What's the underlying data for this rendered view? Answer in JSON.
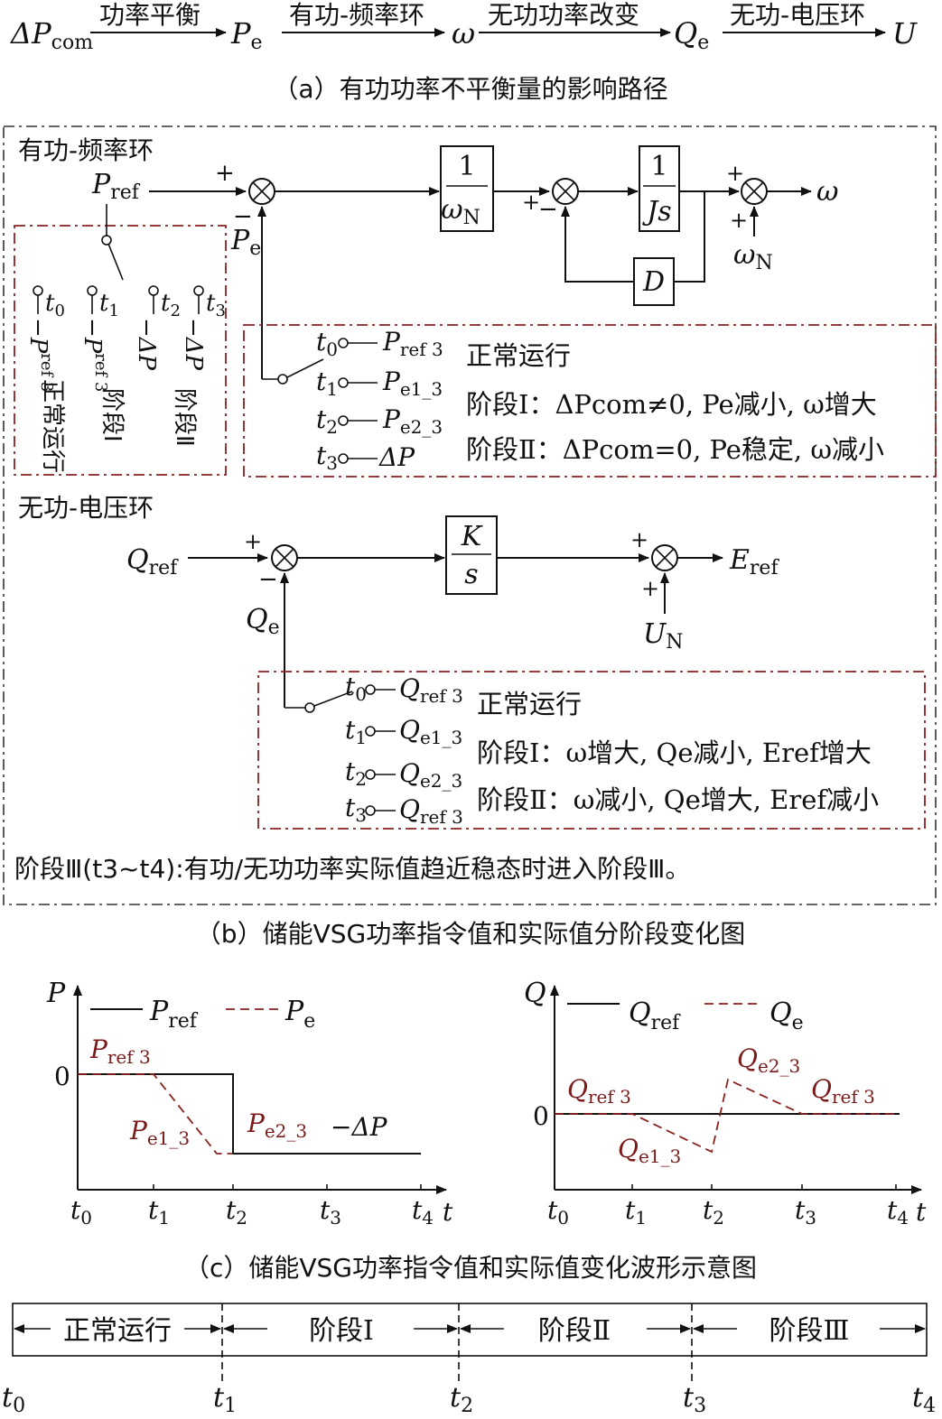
{
  "path": {
    "start": "ΔP",
    "start_sub": "com",
    "step1": "功率平衡",
    "node1": "P",
    "node1_sub": "e",
    "step2": "有功-频率环",
    "node2": "ω",
    "step3": "无功功率改变",
    "node3": "Q",
    "node3_sub": "e",
    "step4": "无功-电压环",
    "node4": "U"
  },
  "caption_a": "（a）有功功率不平衡量的影响路径",
  "pf_loop": {
    "title": "有功-频率环",
    "pref": "P",
    "pref_sub": "ref",
    "pe": "P",
    "pe_sub": "e",
    "plus": "+",
    "minus": "−",
    "block1_num": "1",
    "block1_den": "ω",
    "block1_den_sub": "N",
    "block2_num": "1",
    "block2_den": "Js",
    "block_d": "D",
    "omega": "ω",
    "omega_n": "ω",
    "omega_n_sub": "N",
    "switch_t": [
      "t",
      "t",
      "t",
      "t"
    ],
    "switch_t_sub": [
      "0",
      "1",
      "2",
      "3"
    ],
    "switch_labels": [
      "−P",
      "−P",
      "−ΔP",
      "−ΔP"
    ],
    "switch_labels_sub": [
      "ref 3",
      "ref 3",
      "",
      ""
    ],
    "switch_stage": [
      "正常运行",
      "阶段Ⅰ",
      "阶段Ⅱ"
    ],
    "pe_options": [
      {
        "t": "t",
        "sub": "0",
        "label": "P",
        "label_sub": "ref 3"
      },
      {
        "t": "t",
        "sub": "1",
        "label": "P",
        "label_sub": "e1_3"
      },
      {
        "t": "t",
        "sub": "2",
        "label": "P",
        "label_sub": "e2_3"
      },
      {
        "t": "t",
        "sub": "3",
        "label": "ΔP",
        "label_sub": ""
      }
    ],
    "desc": [
      "正常运行",
      "阶段Ⅰ：ΔPcom≠0, Pe减小, ω增大",
      "阶段Ⅱ：ΔPcom=0, Pe稳定, ω减小"
    ]
  },
  "qv_loop": {
    "title": "无功-电压环",
    "qref": "Q",
    "qref_sub": "ref",
    "qe": "Q",
    "qe_sub": "e",
    "block_num": "K",
    "block_den": "s",
    "eref": "E",
    "eref_sub": "ref",
    "un": "U",
    "un_sub": "N",
    "qe_options": [
      {
        "t": "t",
        "sub": "0",
        "label": "Q",
        "label_sub": "ref 3"
      },
      {
        "t": "t",
        "sub": "1",
        "label": "Q",
        "label_sub": "e1_3"
      },
      {
        "t": "t",
        "sub": "2",
        "label": "Q",
        "label_sub": "e2_3"
      },
      {
        "t": "t",
        "sub": "3",
        "label": "Q",
        "label_sub": "ref 3"
      }
    ],
    "desc": [
      "正常运行",
      "阶段Ⅰ：ω增大, Qe减小, Eref增大",
      "阶段Ⅱ：ω减小, Qe增大, Eref减小"
    ]
  },
  "stage3_note": "阶段Ⅲ(t3~t4):有功/无功功率实际值趋近稳态时进入阶段Ⅲ。",
  "caption_b": "（b）储能VSG功率指令值和实际值分阶段变化图",
  "chart_p": {
    "axis_y": "P",
    "axis_x": "t",
    "zero": "0",
    "legend_solid": "P",
    "legend_solid_sub": "ref",
    "legend_dash": "P",
    "legend_dash_sub": "e",
    "ticks": [
      "t0",
      "t1",
      "t2",
      "t3",
      "t4"
    ],
    "labels": [
      "Pref 3",
      "Pe1_3",
      "Pe2_3",
      "−ΔP"
    ]
  },
  "chart_q": {
    "axis_y": "Q",
    "axis_x": "t",
    "zero": "0",
    "legend_solid": "Q",
    "legend_solid_sub": "ref",
    "legend_dash": "Q",
    "legend_dash_sub": "e",
    "ticks": [
      "t0",
      "t1",
      "t2",
      "t3",
      "t4"
    ],
    "labels": [
      "Qref 3",
      "Qe1_3",
      "Qe2_3",
      "Qref 3"
    ]
  },
  "caption_c": "（c）储能VSG功率指令值和实际值变化波形示意图",
  "timeline": {
    "stages": [
      "正常运行",
      "阶段Ⅰ",
      "阶段Ⅱ",
      "阶段Ⅲ"
    ],
    "ticks": [
      "t0",
      "t1",
      "t2",
      "t3",
      "t4"
    ]
  },
  "colors": {
    "accent_red": "#8b2020",
    "line": "#111111"
  }
}
